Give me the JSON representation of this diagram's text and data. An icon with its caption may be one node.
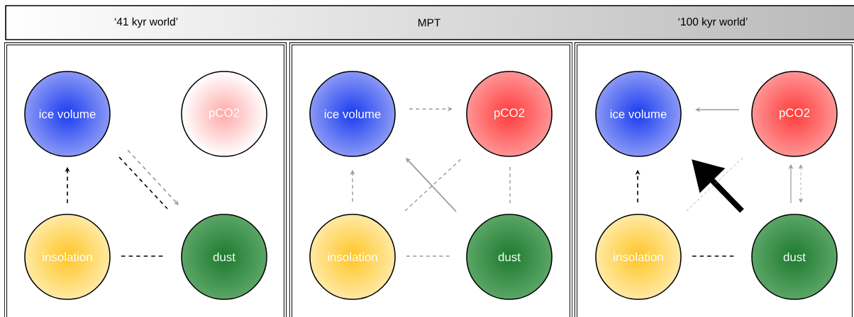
{
  "diagram": {
    "nodes": [
      {
        "text": [
          "‘41 kyr world’"
        ]
      },
      {
        "text": [
          "ice volume"
        ],
        "in": 0
      },
      {
        "text": [
          "pCO2"
        ],
        "in": 0
      },
      {
        "text": [
          "insolation"
        ],
        "in": 0
      },
      {
        "text": [
          "dust"
        ],
        "in": 0
      },
      {
        "text": [
          "MPT"
        ]
      },
      {
        "text": [
          "ice volume"
        ],
        "in": 5
      },
      {
        "text": [
          "pCO2"
        ],
        "in": 5
      },
      {
        "text": [
          "insolation"
        ],
        "in": 5
      },
      {
        "text": [
          "dust"
        ],
        "in": 5
      },
      {
        "text": [
          "‘100 kyr world’"
        ]
      },
      {
        "text": [
          "ice volume"
        ],
        "in": 10
      },
      {
        "text": [
          "pCO2"
        ],
        "in": 10
      },
      {
        "text": [
          "insolation"
        ],
        "in": 10
      },
      {
        "text": [
          "dust"
        ],
        "in": 10
      }
    ],
    "edges": [
      {
        "from": 3,
        "to": 1,
        "arrow": "to",
        "style": "dashed",
        "color": "#000000"
      },
      {
        "from": 1,
        "to": 4,
        "arrow": "none",
        "style": "dashed",
        "color": "#000000"
      },
      {
        "from": 1,
        "to": 4,
        "arrow": "to",
        "style": "dashed"
      },
      {
        "from": 3,
        "to": 4,
        "arrow": "none",
        "style": "dashed",
        "color": "#000000"
      },
      {
        "from": 6,
        "to": 7,
        "arrow": "to",
        "style": "dashed"
      },
      {
        "from": 8,
        "to": 6,
        "arrow": "to",
        "style": "dashed"
      },
      {
        "from": 9,
        "to": 6,
        "arrow": "to"
      },
      {
        "from": 8,
        "to": 7,
        "arrow": "none",
        "style": "dashed"
      },
      {
        "from": 7,
        "to": 9,
        "arrow": "none",
        "style": "dashed"
      },
      {
        "from": 8,
        "to": 9,
        "arrow": "none",
        "style": "dashed"
      },
      {
        "from": 12,
        "to": 11,
        "arrow": "to"
      },
      {
        "from": 13,
        "to": 11,
        "arrow": "to",
        "style": "dashed",
        "color": "#000000"
      },
      {
        "from": 14,
        "to": 11,
        "arrow": "to",
        "style": "thick",
        "color": "#000000"
      },
      {
        "from": 13,
        "to": 12,
        "arrow": "none",
        "style": "dashed"
      },
      {
        "from": 14,
        "to": 12,
        "arrow": "to"
      },
      {
        "from": 14,
        "to": 12,
        "arrow": "both",
        "style": "dashed"
      },
      {
        "from": 13,
        "to": 14,
        "arrow": "none",
        "style": "dashed",
        "color": "#000000"
      }
    ]
  }
}
